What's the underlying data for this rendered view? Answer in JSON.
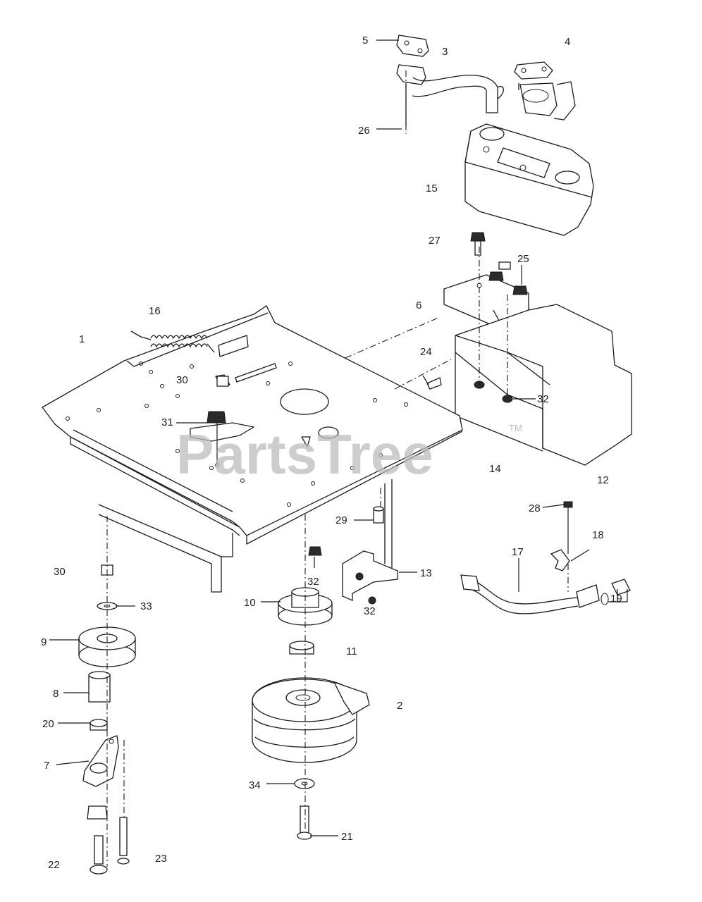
{
  "watermark": {
    "text": "PartsTree",
    "trademark": "TM"
  },
  "callouts": [
    {
      "id": "callout-1",
      "text": "1"
    },
    {
      "id": "callout-2",
      "text": "2"
    },
    {
      "id": "callout-3",
      "text": "3"
    },
    {
      "id": "callout-4",
      "text": "4"
    },
    {
      "id": "callout-5",
      "text": "5"
    },
    {
      "id": "callout-6",
      "text": "6"
    },
    {
      "id": "callout-7",
      "text": "7"
    },
    {
      "id": "callout-8",
      "text": "8"
    },
    {
      "id": "callout-9",
      "text": "9"
    },
    {
      "id": "callout-10",
      "text": "10"
    },
    {
      "id": "callout-11",
      "text": "11"
    },
    {
      "id": "callout-12",
      "text": "12"
    },
    {
      "id": "callout-13",
      "text": "13"
    },
    {
      "id": "callout-14",
      "text": "14"
    },
    {
      "id": "callout-15",
      "text": "15"
    },
    {
      "id": "callout-16",
      "text": "16"
    },
    {
      "id": "callout-17",
      "text": "17"
    },
    {
      "id": "callout-18",
      "text": "18"
    },
    {
      "id": "callout-19",
      "text": "19"
    },
    {
      "id": "callout-20",
      "text": "20"
    },
    {
      "id": "callout-21",
      "text": "21"
    },
    {
      "id": "callout-22",
      "text": "22"
    },
    {
      "id": "callout-23",
      "text": "23"
    },
    {
      "id": "callout-24",
      "text": "24"
    },
    {
      "id": "callout-25",
      "text": "25"
    },
    {
      "id": "callout-26",
      "text": "26"
    },
    {
      "id": "callout-27",
      "text": "27"
    },
    {
      "id": "callout-28",
      "text": "28"
    },
    {
      "id": "callout-29",
      "text": "29"
    },
    {
      "id": "callout-30a",
      "text": "30"
    },
    {
      "id": "callout-30b",
      "text": "30"
    },
    {
      "id": "callout-31",
      "text": "31"
    },
    {
      "id": "callout-32a",
      "text": "32"
    },
    {
      "id": "callout-32b",
      "text": "32"
    },
    {
      "id": "callout-32c",
      "text": "32"
    },
    {
      "id": "callout-33",
      "text": "33"
    },
    {
      "id": "callout-34",
      "text": "34"
    }
  ]
}
